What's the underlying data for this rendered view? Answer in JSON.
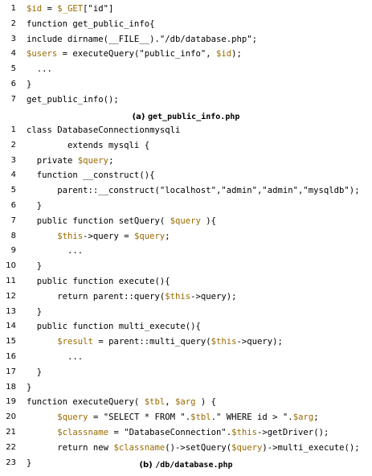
{
  "colors": {
    "text": "#000000",
    "variable": "#9a6a00"
  },
  "listing_a": {
    "lines": [
      {
        "no": "1",
        "tokens": [
          {
            "t": "$id",
            "k": "var"
          },
          {
            "t": " = ",
            "k": "plain"
          },
          {
            "t": "$_GET",
            "k": "var"
          },
          {
            "t": "[\"id\"]",
            "k": "plain"
          }
        ]
      },
      {
        "no": "2",
        "tokens": [
          {
            "t": "function get_public_info{",
            "k": "plain"
          }
        ]
      },
      {
        "no": "3",
        "tokens": [
          {
            "t": "include dirname(__FILE__).\"/db/database.php\";",
            "k": "plain"
          }
        ]
      },
      {
        "no": "4",
        "tokens": [
          {
            "t": "$users",
            "k": "var"
          },
          {
            "t": " = executeQuery(\"public_info\", ",
            "k": "plain"
          },
          {
            "t": "$id",
            "k": "var"
          },
          {
            "t": ");",
            "k": "plain"
          }
        ]
      },
      {
        "no": "5",
        "tokens": [
          {
            "t": "  ...",
            "k": "plain"
          }
        ]
      },
      {
        "no": "6",
        "tokens": [
          {
            "t": "}",
            "k": "plain"
          }
        ]
      },
      {
        "no": "7",
        "tokens": [
          {
            "t": "get_public_info();",
            "k": "plain"
          }
        ]
      }
    ]
  },
  "caption_a": {
    "prefix": "(a) ",
    "filename": "get_public_info.php"
  },
  "listing_b": {
    "lines": [
      {
        "no": "1",
        "tokens": [
          {
            "t": "class DatabaseConnectionmysqli",
            "k": "plain"
          }
        ]
      },
      {
        "no": "2",
        "tokens": [
          {
            "t": "        extends mysqli {",
            "k": "plain"
          }
        ]
      },
      {
        "no": "3",
        "tokens": [
          {
            "t": "  private ",
            "k": "plain"
          },
          {
            "t": "$query",
            "k": "var"
          },
          {
            "t": ";",
            "k": "plain"
          }
        ]
      },
      {
        "no": "4",
        "tokens": [
          {
            "t": "  function __construct(){",
            "k": "plain"
          }
        ]
      },
      {
        "no": "5",
        "tokens": [
          {
            "t": "      parent::__construct(\"localhost\",\"admin\",\"admin\",\"mysqldb\");",
            "k": "plain"
          }
        ]
      },
      {
        "no": "6",
        "tokens": [
          {
            "t": "  }",
            "k": "plain"
          }
        ]
      },
      {
        "no": "7",
        "tokens": [
          {
            "t": "  public function setQuery( ",
            "k": "plain"
          },
          {
            "t": "$query",
            "k": "var"
          },
          {
            "t": " ){",
            "k": "plain"
          }
        ]
      },
      {
        "no": "8",
        "tokens": [
          {
            "t": "      ",
            "k": "plain"
          },
          {
            "t": "$this",
            "k": "var"
          },
          {
            "t": "->query = ",
            "k": "plain"
          },
          {
            "t": "$query",
            "k": "var"
          },
          {
            "t": ";",
            "k": "plain"
          }
        ]
      },
      {
        "no": "9",
        "tokens": [
          {
            "t": "        ...",
            "k": "plain"
          }
        ]
      },
      {
        "no": "10",
        "tokens": [
          {
            "t": "  }",
            "k": "plain"
          }
        ]
      },
      {
        "no": "11",
        "tokens": [
          {
            "t": "  public function execute(){",
            "k": "plain"
          }
        ]
      },
      {
        "no": "12",
        "tokens": [
          {
            "t": "      return parent::query(",
            "k": "plain"
          },
          {
            "t": "$this",
            "k": "var"
          },
          {
            "t": "->query);",
            "k": "plain"
          }
        ]
      },
      {
        "no": "13",
        "tokens": [
          {
            "t": "  }",
            "k": "plain"
          }
        ]
      },
      {
        "no": "14",
        "tokens": [
          {
            "t": "  public function multi_execute(){",
            "k": "plain"
          }
        ]
      },
      {
        "no": "15",
        "tokens": [
          {
            "t": "      ",
            "k": "plain"
          },
          {
            "t": "$result",
            "k": "var"
          },
          {
            "t": " = parent::multi_query(",
            "k": "plain"
          },
          {
            "t": "$this",
            "k": "var"
          },
          {
            "t": "->query);",
            "k": "plain"
          }
        ]
      },
      {
        "no": "16",
        "tokens": [
          {
            "t": "        ...",
            "k": "plain"
          }
        ]
      },
      {
        "no": "17",
        "tokens": [
          {
            "t": "  }",
            "k": "plain"
          }
        ]
      },
      {
        "no": "18",
        "tokens": [
          {
            "t": "}",
            "k": "plain"
          }
        ]
      },
      {
        "no": "19",
        "tokens": [
          {
            "t": "function executeQuery( ",
            "k": "plain"
          },
          {
            "t": "$tbl",
            "k": "var"
          },
          {
            "t": ", ",
            "k": "plain"
          },
          {
            "t": "$arg",
            "k": "var"
          },
          {
            "t": " ) {",
            "k": "plain"
          }
        ]
      },
      {
        "no": "20",
        "tokens": [
          {
            "t": "      ",
            "k": "plain"
          },
          {
            "t": "$query",
            "k": "var"
          },
          {
            "t": " = \"SELECT * FROM \".",
            "k": "plain"
          },
          {
            "t": "$tbl",
            "k": "var"
          },
          {
            "t": ".\" WHERE id > \".",
            "k": "plain"
          },
          {
            "t": "$arg",
            "k": "var"
          },
          {
            "t": ";",
            "k": "plain"
          }
        ]
      },
      {
        "no": "21",
        "tokens": [
          {
            "t": "      ",
            "k": "plain"
          },
          {
            "t": "$classname",
            "k": "var"
          },
          {
            "t": " = \"DatabaseConnection\".",
            "k": "plain"
          },
          {
            "t": "$this",
            "k": "var"
          },
          {
            "t": "->getDriver();",
            "k": "plain"
          }
        ]
      },
      {
        "no": "22",
        "tokens": [
          {
            "t": "      return new ",
            "k": "plain"
          },
          {
            "t": "$classname",
            "k": "var"
          },
          {
            "t": "()->setQuery(",
            "k": "plain"
          },
          {
            "t": "$query",
            "k": "var"
          },
          {
            "t": ")->multi_execute();",
            "k": "plain"
          }
        ]
      },
      {
        "no": "23",
        "tokens": [
          {
            "t": "}",
            "k": "plain"
          }
        ]
      }
    ]
  },
  "caption_b": {
    "prefix": "(b) ",
    "filename": "/db/database.php"
  }
}
